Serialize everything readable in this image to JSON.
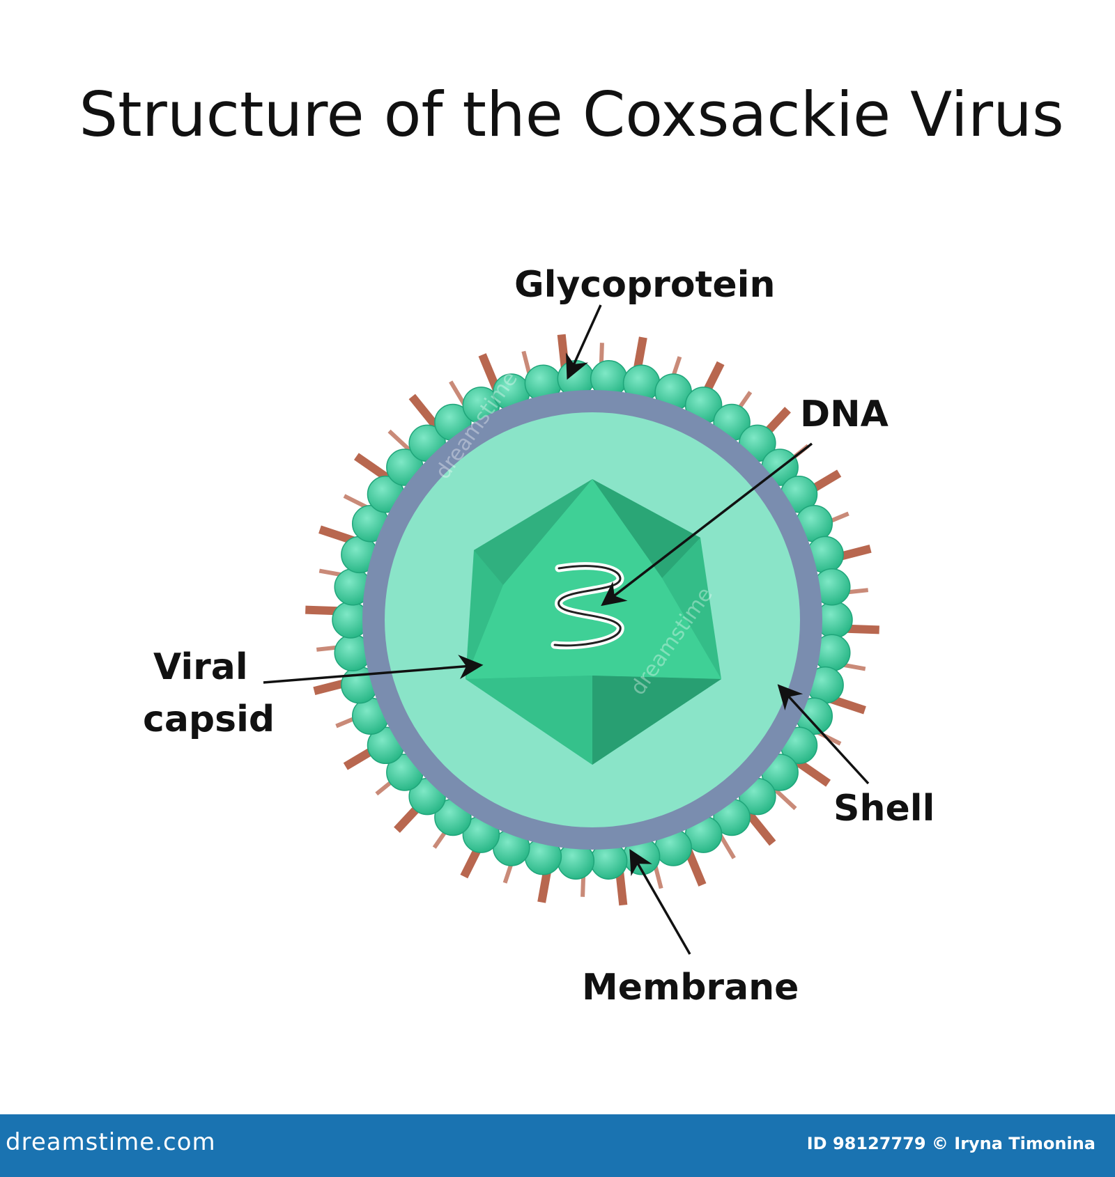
{
  "title": "Structure of the Coxsackie Virus",
  "labels": {
    "glycoprotein": "Glycoprotein",
    "dna": "DNA",
    "viral_line1": "Viral",
    "viral_line2": "capsid",
    "shell": "Shell",
    "membrane": "Membrane"
  },
  "watermark": "dreamstime",
  "footer": {
    "brand": "dreamstime.com",
    "id_credit": "ID 98127779 © Iryna Timonina"
  },
  "colors": {
    "spike": "#b8674f",
    "bead": "#38c99a",
    "membrane": "#7a8daf",
    "shell": "#8ae4c8",
    "capsid": "#38c48e",
    "footer": "#1a73b1"
  }
}
